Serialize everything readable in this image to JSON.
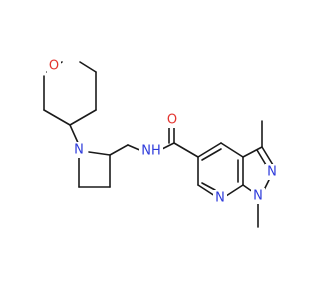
{
  "structure": {
    "atoms": {
      "O_pyran": {
        "text": "O",
        "color": "#e3342f"
      },
      "N_azetidine": {
        "text": "N",
        "color": "#2d3adb"
      },
      "N_amide": {
        "text": "NH",
        "color": "#2d3adb"
      },
      "O_carbonyl": {
        "text": "O",
        "color": "#e3342f"
      },
      "N_pyrazole_2": {
        "text": "N",
        "color": "#2d3adb"
      },
      "N_pyrazole_1": {
        "text": "N",
        "color": "#2d3adb"
      },
      "N_pyridine": {
        "text": "N",
        "color": "#2d3adb"
      }
    },
    "bond_color": "#1a1a1a"
  }
}
